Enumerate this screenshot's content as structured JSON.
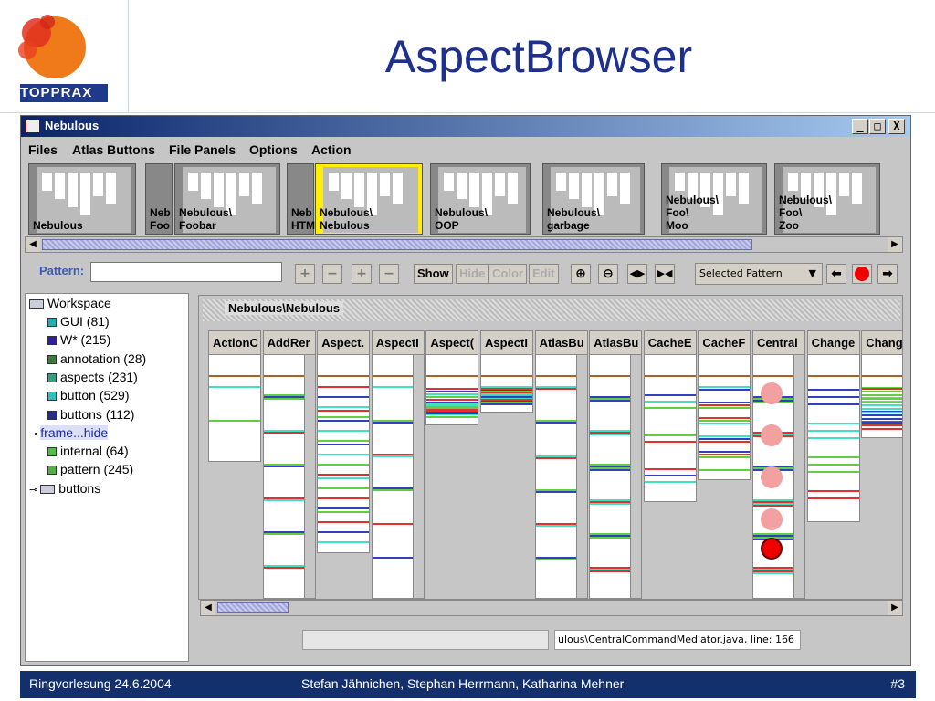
{
  "slide": {
    "title": "AspectBrowser",
    "logo_text": "TOPPRAX",
    "footer_left": "Ringvorlesung 24.6.2004",
    "footer_center": "Stefan Jähnichen, Stephan Herrmann, Katharina Mehner",
    "footer_right": "#3"
  },
  "window": {
    "title": "Nebulous",
    "buttons": {
      "minimize": "_",
      "maximize": "□",
      "close": "X"
    },
    "menu": [
      "Files",
      "Atlas Buttons",
      "File Panels",
      "Options",
      "Action"
    ]
  },
  "thumbnails": [
    {
      "label": "Nebulous",
      "selected": false
    },
    {
      "label": "Neb\nFoo",
      "selected": false
    },
    {
      "label": "Nebulous\\\nFoobar",
      "selected": false
    },
    {
      "label": "Neb\nHTM",
      "selected": false
    },
    {
      "label": "Nebulous\\\nNebulous",
      "selected": true
    },
    {
      "label": "Nebulous\\\nOOP",
      "selected": false
    },
    {
      "label": "Nebulous\\\ngarbage",
      "selected": false
    },
    {
      "label": "Nebulous\\\nFoo\\\nMoo",
      "selected": false
    },
    {
      "label": "Nebulous\\\nFoo\\\nZoo",
      "selected": false
    }
  ],
  "toolbar": {
    "pattern_label": "Pattern:",
    "pattern_value": "",
    "show": "Show",
    "hide": "Hide",
    "color": "Color",
    "edit": "Edit",
    "selected_pattern": "Selected Pattern"
  },
  "tree": {
    "root": "Workspace",
    "items": [
      {
        "label": "GUI (81)",
        "color": "#20b0b0"
      },
      {
        "label": "W* (215)",
        "color": "#3020a0"
      },
      {
        "label": "annotation (28)",
        "color": "#3a7a3a"
      },
      {
        "label": "aspects (231)",
        "color": "#30a080"
      },
      {
        "label": "button (529)",
        "color": "#30c0c0"
      },
      {
        "label": "buttons (112)",
        "color": "#2a2a90"
      },
      {
        "label": "frame...hide",
        "color": "",
        "highlighted": true
      },
      {
        "label": "internal (64)",
        "color": "#50c040"
      },
      {
        "label": "pattern (245)",
        "color": "#50b040"
      },
      {
        "label": "buttons",
        "color": ""
      }
    ]
  },
  "panel": {
    "title": "Nebulous\\Nebulous",
    "columns": [
      "ActionC",
      "AddRer",
      "Aspect.",
      "AspectI",
      "Aspect(",
      "AspectI",
      "AtlasBu",
      "AtlasBu",
      "CacheE",
      "CacheF",
      "Central",
      "Change",
      "Chang"
    ]
  },
  "status": {
    "field1": "",
    "field2": "ulous\\CentralCommandMediator.java, line: 166"
  }
}
